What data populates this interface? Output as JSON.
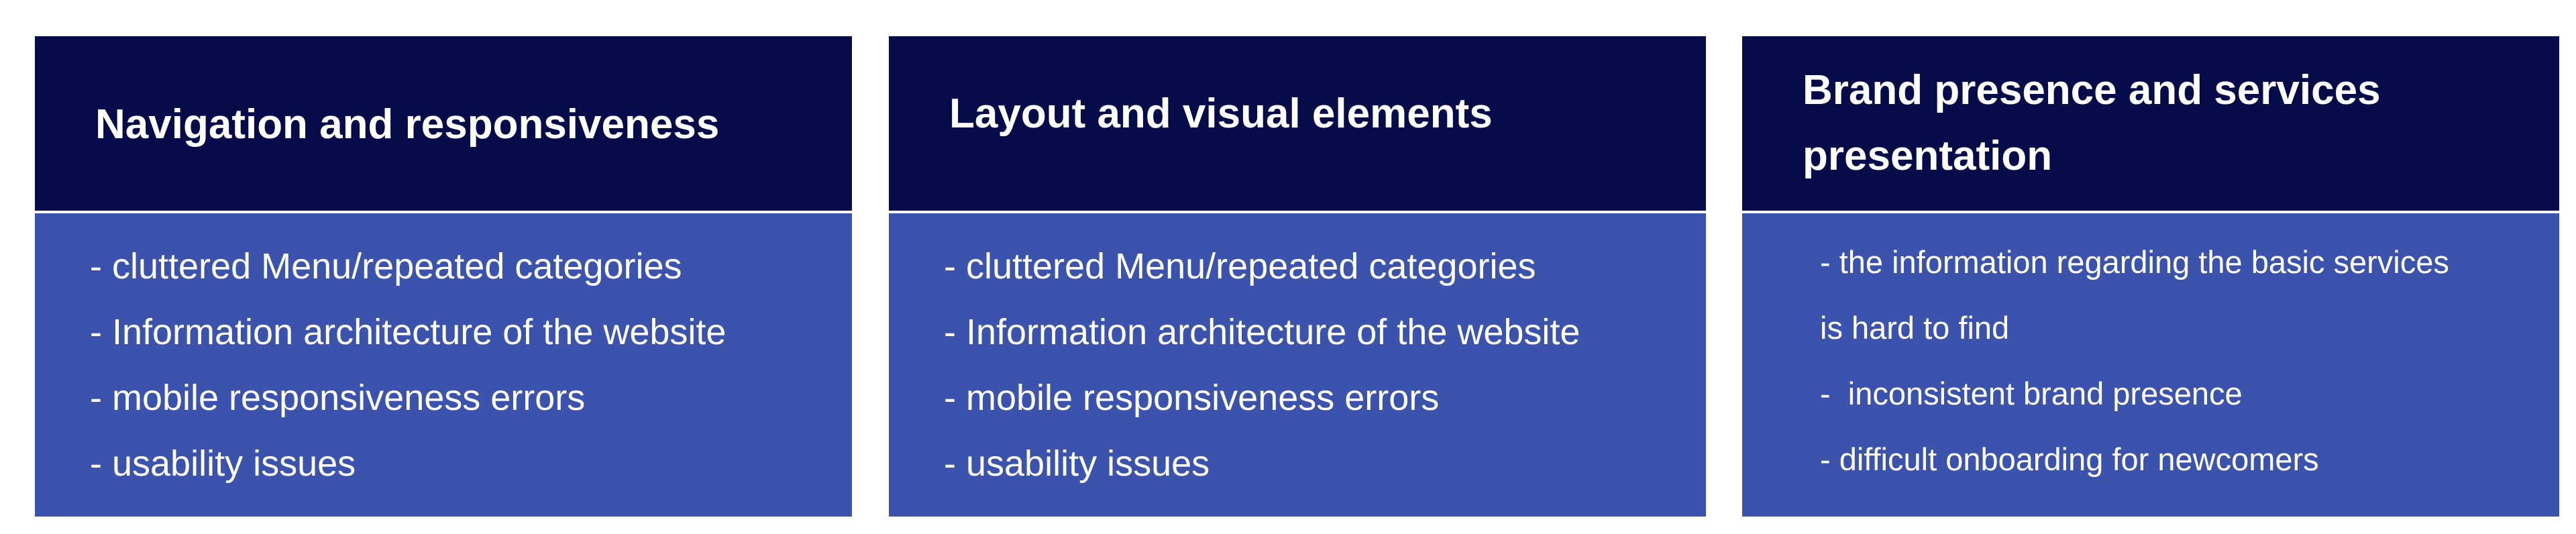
{
  "cards": [
    {
      "title": "Navigation and responsiveness",
      "items": [
        "- cluttered Menu/repeated categories",
        "- Information architecture of the website",
        "- mobile responsiveness errors",
        "- usability issues"
      ]
    },
    {
      "title": "Layout and visual elements",
      "items": [
        "- cluttered Menu/repeated categories",
        "- Information architecture of the website",
        "- mobile responsiveness errors",
        "- usability issues"
      ]
    },
    {
      "title": "Brand presence and services presentation",
      "items": [
        "- the information regarding the basic services",
        "is hard to find",
        "-  inconsistent brand presence",
        "- difficult onboarding for newcomers"
      ]
    }
  ],
  "colors": {
    "header_bg": "#050c49",
    "body_bg": "#3b53ac",
    "text": "#ffffff"
  }
}
